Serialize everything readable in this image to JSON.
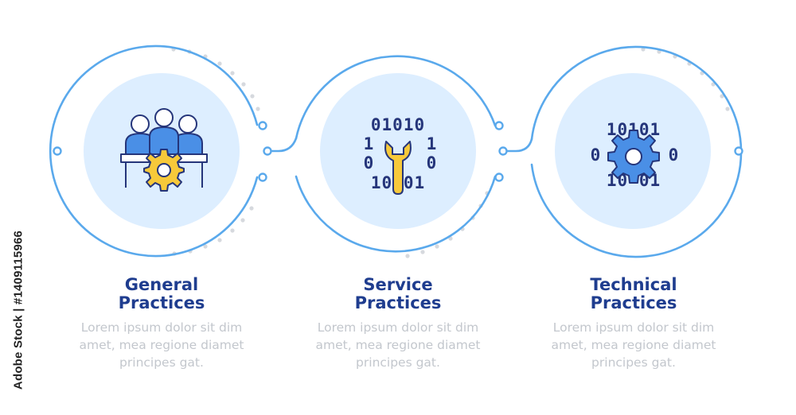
{
  "stock_id": "Adobe Stock | #1409115966",
  "colors": {
    "ring": "#5aa9ec",
    "circle_fill": "#ddeeff",
    "icon_blue": "#4a8fe6",
    "icon_yellow": "#f7c93a",
    "outline": "#25357a",
    "title": "#1f3d8f",
    "desc": "#c3c7cd",
    "dots": "#d6d9de"
  },
  "steps": [
    {
      "title_lines": [
        "General",
        "Practices"
      ],
      "desc_lines": [
        "Lorem ipsum dolor sit dim",
        "amet, mea regione diamet",
        "principes gat."
      ],
      "icon": "team-gear-icon"
    },
    {
      "title_lines": [
        "Service",
        "Practices"
      ],
      "desc_lines": [
        "Lorem ipsum dolor sit dim",
        "amet, mea regione diamet",
        "principes gat."
      ],
      "icon": "binary-wrench-icon"
    },
    {
      "title_lines": [
        "Technical",
        "Practices"
      ],
      "desc_lines": [
        "Lorem ipsum dolor sit dim",
        "amet, mea regione diamet",
        "principes gat."
      ],
      "icon": "binary-gear-icon"
    }
  ],
  "binary": {
    "wrench_top": "01010",
    "wrench_bottom": "10 01",
    "gear_top": "10101",
    "gear_bottom": "10 01",
    "bit_one": "1",
    "bit_zero": "0"
  }
}
